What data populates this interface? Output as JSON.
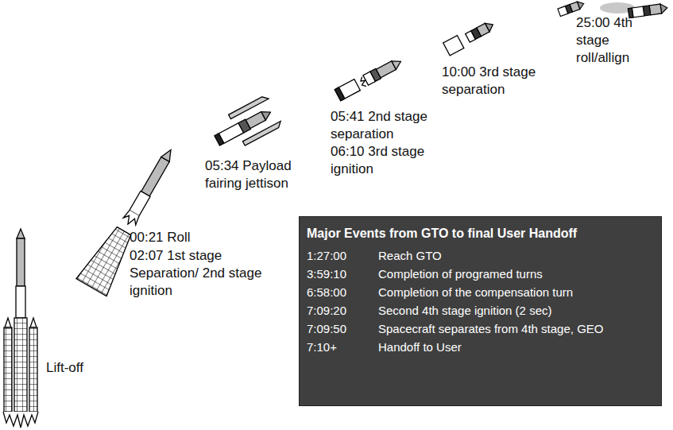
{
  "diagram": {
    "nodes": [
      {
        "text": [
          "Major Events from GTO to final User Handoff"
        ]
      }
    ],
    "edges": [],
    "labels": [
      "Lift-off",
      "00:21 Roll",
      "02:07 1st stage Separation/ 2nd stage ignition",
      "05:34 Payload fairing jettison",
      "05:41 2nd stage separation",
      "06:10 3rd stage ignition",
      "10:00 3rd stage separation",
      "25:00 4th stage roll/allign",
      "1:27:00",
      "Reach GTO",
      "3:59:10",
      "Completion of programed turns",
      "6:58:00",
      "Completion of the compensation turn",
      "7:09:20",
      "Second 4th stage ignition (2 sec)",
      "7:09:50",
      "Spacecraft separates from 4th stage, GEO",
      "7:10+",
      "Handoff to User"
    ]
  }
}
